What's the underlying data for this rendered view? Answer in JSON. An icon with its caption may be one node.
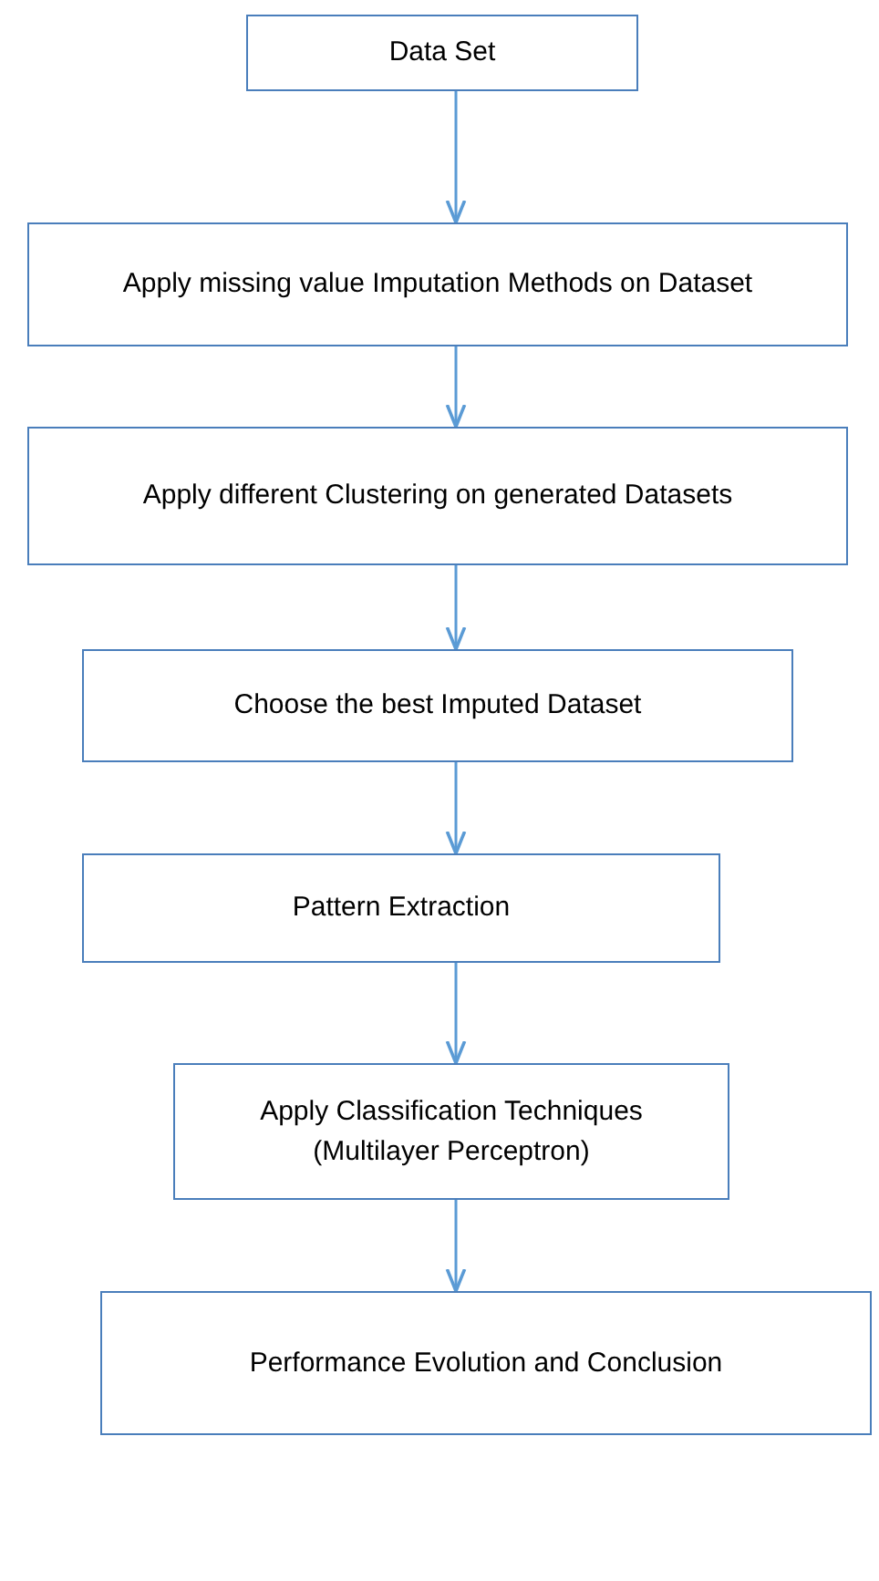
{
  "diagram": {
    "nodes": [
      {
        "text": [
          "Data Set"
        ]
      },
      {
        "text": [
          "Apply missing value Imputation Methods on Dataset"
        ]
      },
      {
        "text": [
          "Apply different Clustering on generated Datasets"
        ]
      },
      {
        "text": [
          "Choose the best Imputed Dataset"
        ]
      },
      {
        "text": [
          "Pattern Extraction"
        ]
      },
      {
        "text": [
          "Apply Classification Techniques (Multilayer Perceptron)"
        ]
      },
      {
        "text": [
          "Performance Evolution and Conclusion"
        ]
      }
    ],
    "edges": [
      {
        "from": 0,
        "to": 1,
        "arrow": "to"
      },
      {
        "from": 1,
        "to": 2,
        "arrow": "to"
      },
      {
        "from": 2,
        "to": 3,
        "arrow": "to"
      },
      {
        "from": 3,
        "to": 4,
        "arrow": "to"
      },
      {
        "from": 4,
        "to": 5,
        "arrow": "to"
      },
      {
        "from": 5,
        "to": 6,
        "arrow": "to"
      }
    ]
  }
}
